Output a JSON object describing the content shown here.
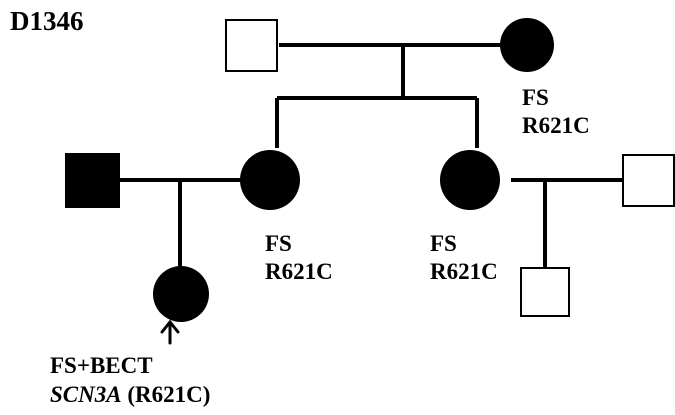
{
  "title": "D1346",
  "colors": {
    "affected": "#000000",
    "unaffected": "#ffffff",
    "line": "#000000"
  },
  "individuals": [
    {
      "id": "gen1_father",
      "sex": "male",
      "affected": false,
      "labels": []
    },
    {
      "id": "gen1_mother",
      "sex": "female",
      "affected": true,
      "labels": [
        "FS",
        "R621C"
      ]
    },
    {
      "id": "gen2_daughter_left",
      "sex": "female",
      "affected": true,
      "labels": [
        "FS",
        "R621C"
      ]
    },
    {
      "id": "gen2_daughter_right",
      "sex": "female",
      "affected": true,
      "labels": [
        "FS",
        "R621C"
      ]
    },
    {
      "id": "gen2_husband_left",
      "sex": "male",
      "affected": true,
      "labels": []
    },
    {
      "id": "gen2_husband_right",
      "sex": "male",
      "affected": false,
      "labels": []
    },
    {
      "id": "proband",
      "sex": "female",
      "affected": true,
      "is_proband": true,
      "labels": []
    },
    {
      "id": "gen3_son_right",
      "sex": "male",
      "affected": false,
      "labels": []
    }
  ],
  "proband_label": {
    "line1": "FS+BECT",
    "gene": "SCN3A",
    "variant": " (R621C)"
  }
}
